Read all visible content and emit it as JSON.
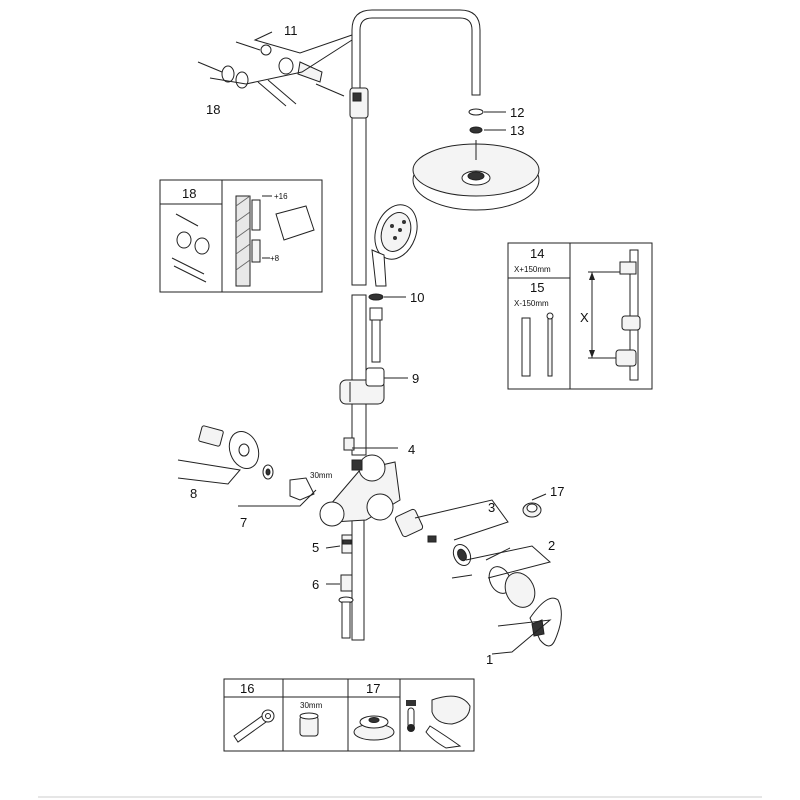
{
  "callouts": {
    "c1": "1",
    "c2": "2",
    "c3": "3",
    "c4": "4",
    "c5": "5",
    "c6": "6",
    "c7": "7",
    "c8": "8",
    "c9": "9",
    "c10": "10",
    "c11": "11",
    "c12": "12",
    "c13": "13",
    "c17": "17",
    "c18": "18"
  },
  "fitting_size": "30mm",
  "inset_18": {
    "number": "18",
    "offset_top": "+16",
    "offset_bottom": "+8"
  },
  "inset_14_15": {
    "number_14": "14",
    "label_14": "X+150mm",
    "number_15": "15",
    "label_15": "X-150mm",
    "dimension": "X"
  },
  "bottom_table": {
    "col_16": "16",
    "size_label": "30mm",
    "col_17": "17"
  }
}
